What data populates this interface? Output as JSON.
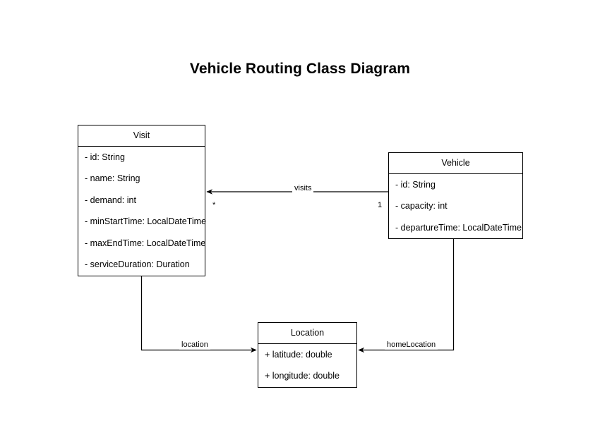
{
  "diagram": {
    "title": "Vehicle Routing Class Diagram",
    "type": "uml-class-diagram",
    "background_color": "#ffffff",
    "line_color": "#000000",
    "text_color": "#000000"
  },
  "classes": [
    {
      "id": "visit",
      "name": "Visit",
      "attributes": [
        "- id: String",
        "- name: String",
        "- demand: int",
        "- minStartTime: LocalDateTime",
        "- maxEndTime: LocalDateTime",
        "- serviceDuration: Duration"
      ]
    },
    {
      "id": "vehicle",
      "name": "Vehicle",
      "attributes": [
        "- id: String",
        "- capacity: int",
        "- departureTime: LocalDateTime"
      ]
    },
    {
      "id": "location",
      "name": "Location",
      "attributes": [
        "+ latitude: double",
        "+ longitude: double"
      ]
    }
  ],
  "associations": [
    {
      "id": "visits",
      "label": "visits",
      "source": "Vehicle",
      "target": "Visit",
      "source_multiplicity": "1",
      "target_multiplicity": "*",
      "arrow": "open-arrow-at-target"
    },
    {
      "id": "location",
      "label": "location",
      "source": "Visit",
      "target": "Location",
      "source_multiplicity": "",
      "target_multiplicity": "",
      "arrow": "open-arrow-at-target"
    },
    {
      "id": "homeLocation",
      "label": "homeLocation",
      "source": "Vehicle",
      "target": "Location",
      "source_multiplicity": "",
      "target_multiplicity": "",
      "arrow": "open-arrow-at-target"
    }
  ]
}
